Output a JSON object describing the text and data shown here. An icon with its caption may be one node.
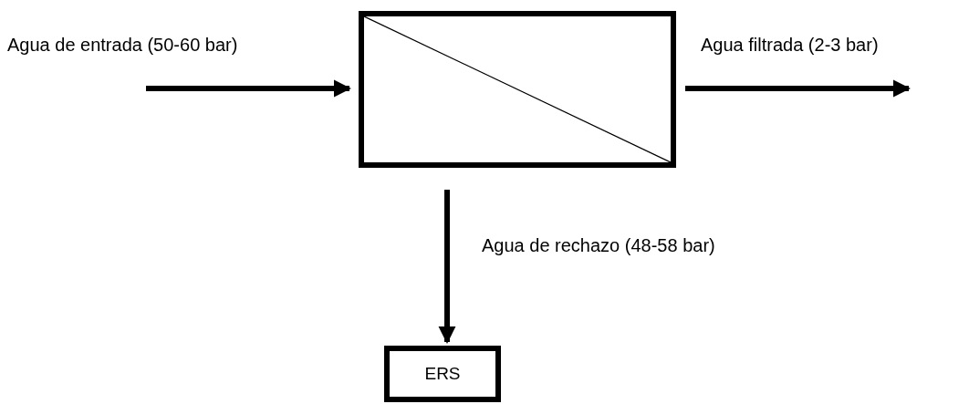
{
  "diagram": {
    "nodes": [
      {
        "text": [],
        "shape": "box"
      },
      {
        "text": [
          "ERS"
        ]
      }
    ],
    "edges": [
      {
        "from": null,
        "to": 0,
        "arrow": "to",
        "label": "Agua de entrada (50-60 bar)"
      },
      {
        "from": 0,
        "to": null,
        "arrow": "to",
        "label": "Agua filtrada (2-3 bar)"
      },
      {
        "from": 0,
        "to": 1,
        "arrow": "to",
        "label": "Agua de rechazo (48-58 bar)"
      }
    ]
  }
}
